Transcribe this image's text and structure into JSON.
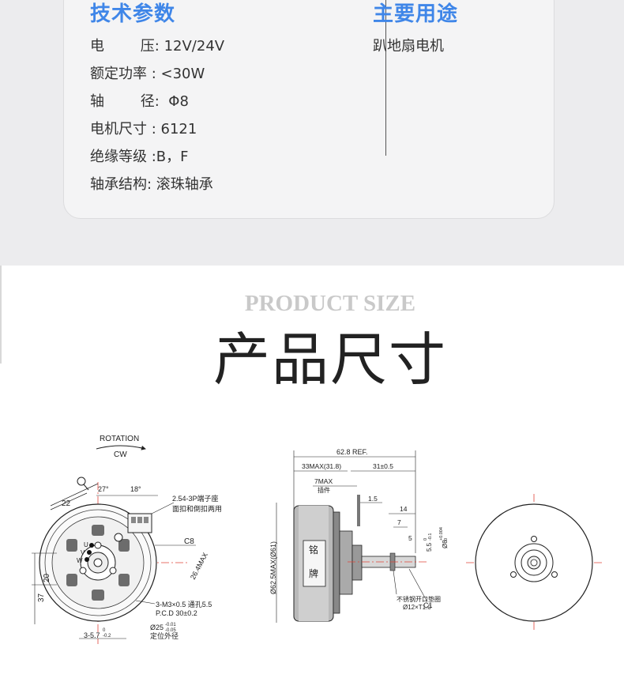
{
  "specs": {
    "title": "技术参数",
    "rows": [
      {
        "label": "电        压",
        "sep": ": ",
        "value": "12V/24V"
      },
      {
        "label": "额定功率",
        "sep": " : ",
        "value": "<30W"
      },
      {
        "label": "轴        径",
        "sep": ":  ",
        "value": "Φ8"
      },
      {
        "label": "电机尺寸",
        "sep": " : ",
        "value": "6121"
      },
      {
        "label": "绝缘等级",
        "sep": " :",
        "value": "B，F"
      },
      {
        "label": "轴承结构",
        "sep": ": ",
        "value": "滚珠轴承"
      }
    ]
  },
  "usage": {
    "title": "主要用途",
    "text": "趴地扇电机"
  },
  "product_size": {
    "title_en": "PRODUCT SIZE",
    "title_cn": "产品尺寸"
  },
  "drawing": {
    "front": {
      "rotation": "ROTATION",
      "direction": "CW",
      "angle_27": "27°",
      "angle_18": "18°",
      "dim_22": "22",
      "connector": "2.54-3P端子座",
      "connector_note": "面扣和倒扣两用",
      "c8": "C8",
      "dim_264": "26.4MAX",
      "dim_20": "20",
      "dim_37": "37",
      "u": "U",
      "v": "V",
      "w": "W",
      "holes": "3-M3×0.5  通孔5.5",
      "pcd": "P.C.D 30±0.2",
      "dia25": "Ø25",
      "dia25_tol_upper": "-0.01",
      "dia25_tol_lower": "-0.05",
      "dia25_note": "定位外径",
      "dim_357": "3-5.7",
      "dim_357_tol_upper": "0",
      "dim_357_tol_lower": "-0.2"
    },
    "side": {
      "ref": "62.8 REF.",
      "max33": "33MAX(31.8)",
      "dim_31": "31±0.5",
      "max7": "7MAX",
      "note_7max": "插件",
      "dim_15": "1.5",
      "dim_14": "14",
      "dim_7": "7",
      "dim_5": "5",
      "dim_55": "5.5",
      "dim_55_tol_upper": "0",
      "dim_55_tol_lower": "-0.1",
      "dia8": "Ø8",
      "dia8_tol_upper": "+0.004",
      "dia8_tol_lower": "0",
      "dia_625": "Ø62.5MAX(Ø61)",
      "c1": "C1",
      "washer": "不锈钢开口垫圈",
      "washer_size": "Ø12×T1.0",
      "label_top": "铭",
      "label_bottom": "牌"
    }
  }
}
